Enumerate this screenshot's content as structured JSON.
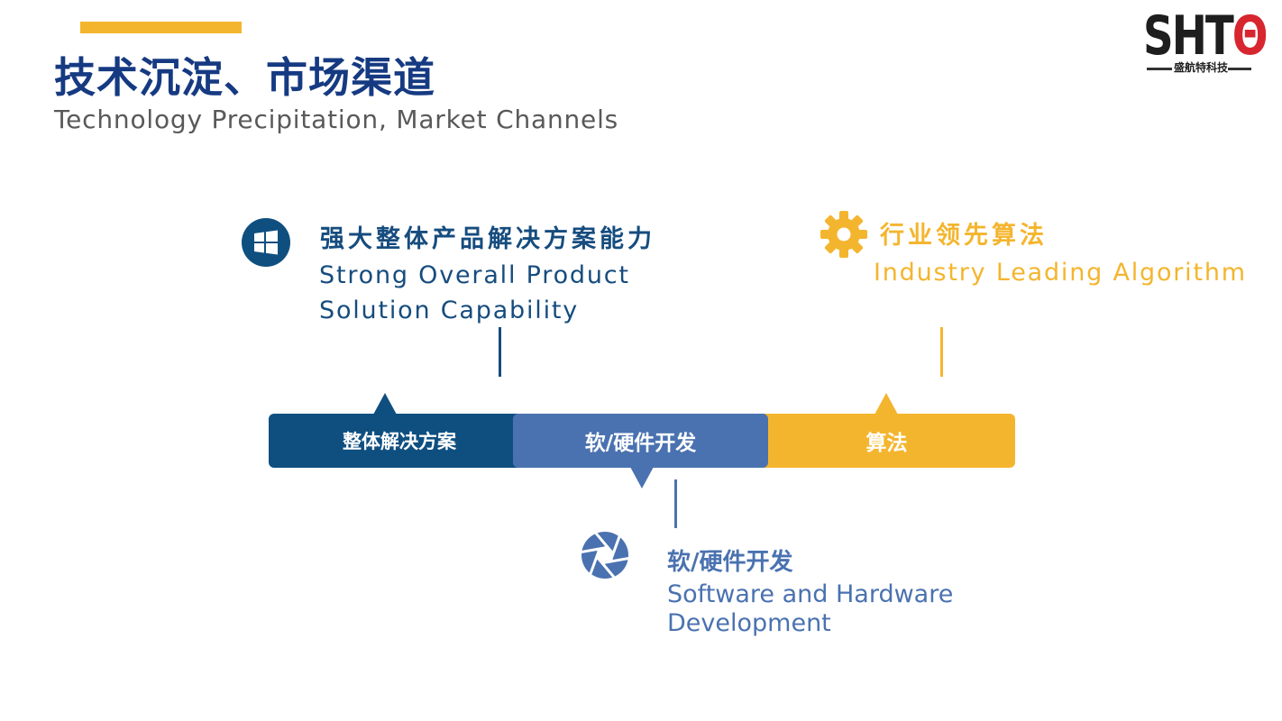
{
  "header": {
    "title": "技术沉淀、市场渠道",
    "subtitle": "Technology  Precipitation,  Market  Channels"
  },
  "logo": {
    "mark_prefix": "SHT",
    "mark_suffix": "Θ",
    "cn_name": "盛航特科技"
  },
  "features": [
    {
      "icon": "windows-icon",
      "title": "强大整体产品解决方案能力",
      "en_line1": "Strong Overall Product",
      "en_line2": "Solution Capability",
      "color": "#164c7e"
    },
    {
      "icon": "gear-icon",
      "title": "行业领先算法",
      "en_line1": "Industry Leading Algorithm",
      "color": "#f4b52e"
    },
    {
      "icon": "aperture-icon",
      "title": "软/硬件开发",
      "en_line1": "Software and Hardware",
      "en_line2": "Development",
      "color": "#4a72b0"
    }
  ],
  "timeline": {
    "segments": [
      {
        "label": "整体解决方案",
        "color": "#0f4f80"
      },
      {
        "label": "软/硬件开发",
        "color": "#4a72b0"
      },
      {
        "label": "算法",
        "color": "#f4b52e"
      }
    ]
  },
  "colors": {
    "accent": "#f4b52e",
    "title": "#163a82",
    "subtitle": "#595959"
  }
}
